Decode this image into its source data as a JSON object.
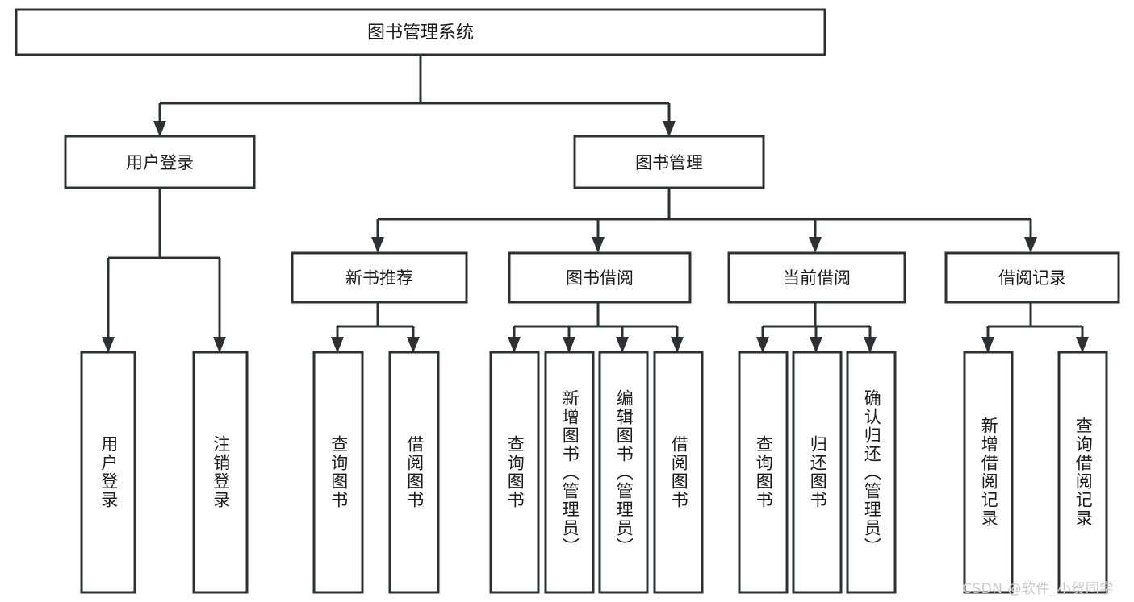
{
  "diagram": {
    "type": "tree-hierarchy",
    "root": {
      "id": "root",
      "label": "图书管理系统"
    },
    "level2": [
      {
        "id": "login",
        "label": "用户登录"
      },
      {
        "id": "bookmgmt",
        "label": "图书管理"
      }
    ],
    "level3": [
      {
        "id": "newbook",
        "label": "新书推荐",
        "parent": "bookmgmt"
      },
      {
        "id": "borrow",
        "label": "图书借阅",
        "parent": "bookmgmt"
      },
      {
        "id": "current",
        "label": "当前借阅",
        "parent": "bookmgmt"
      },
      {
        "id": "record",
        "label": "借阅记录",
        "parent": "bookmgmt"
      }
    ],
    "leaves": [
      {
        "id": "leaf-user-login",
        "label": "用户登录",
        "parent": "login"
      },
      {
        "id": "leaf-user-logout",
        "label": "注销登录",
        "parent": "login"
      },
      {
        "id": "leaf-query-book-1",
        "label": "查询图书",
        "parent": "newbook"
      },
      {
        "id": "leaf-borrow-book-1",
        "label": "借阅图书",
        "parent": "newbook"
      },
      {
        "id": "leaf-query-book-2",
        "label": "查询图书",
        "parent": "borrow"
      },
      {
        "id": "leaf-add-book",
        "label": "新增图书（管理员）",
        "parent": "borrow"
      },
      {
        "id": "leaf-edit-book",
        "label": "编辑图书（管理员）",
        "parent": "borrow"
      },
      {
        "id": "leaf-borrow-book-2",
        "label": "借阅图书",
        "parent": "borrow"
      },
      {
        "id": "leaf-query-book-3",
        "label": "查询图书",
        "parent": "current"
      },
      {
        "id": "leaf-return-book",
        "label": "归还图书",
        "parent": "current"
      },
      {
        "id": "leaf-confirm-return",
        "label": "确认归还（管理员）",
        "parent": "current"
      },
      {
        "id": "leaf-add-record",
        "label": "新增借阅记录",
        "parent": "record"
      },
      {
        "id": "leaf-query-record",
        "label": "查询借阅记录",
        "parent": "record"
      }
    ],
    "colors": {
      "stroke": "#2f3033",
      "fill": "#ffffff",
      "text": "#1b1b1b",
      "watermark": "#c9c9c9",
      "background": "#ffffff"
    }
  },
  "watermark": {
    "text": "CSDN @软件_小贺同学"
  }
}
